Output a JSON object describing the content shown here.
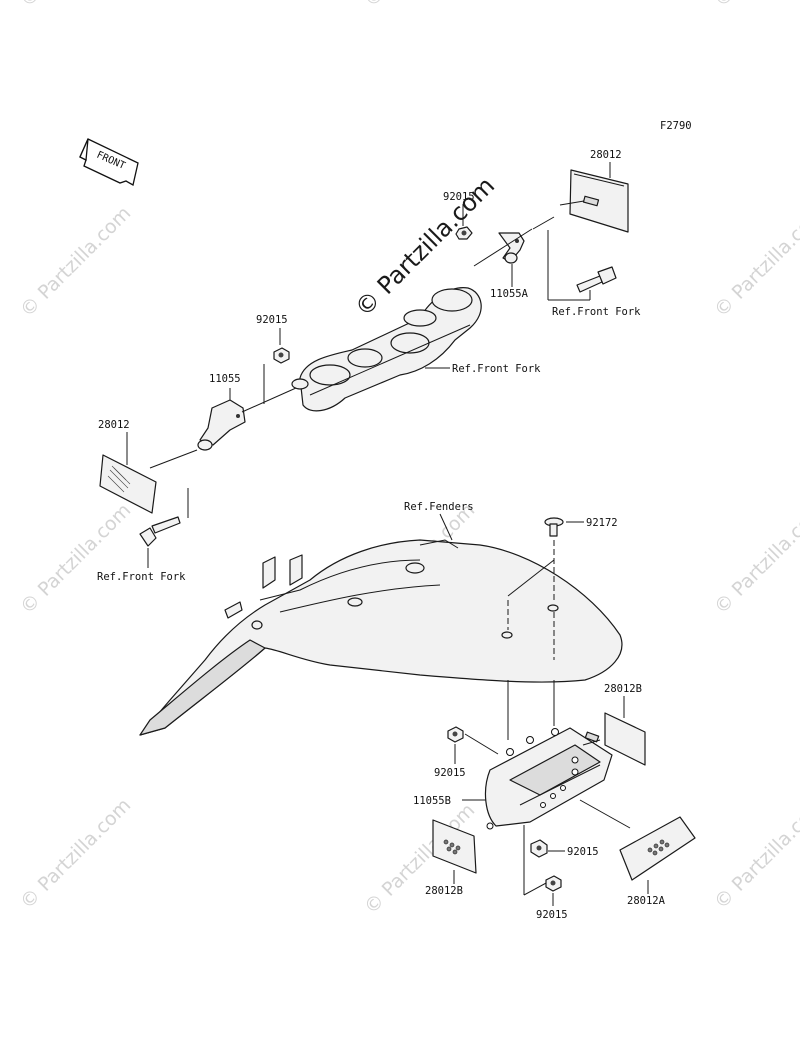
{
  "figure_code": "F2790",
  "front_arrow_label": "FRONT",
  "watermarks": {
    "main": "© Partzilla.com",
    "repeat": "© Partzilla.com"
  },
  "callouts": {
    "reflector_upper_right": "28012",
    "nut_upper_right": "92015",
    "bracket_upper_right": "11055A",
    "ref_front_fork_1": "Ref.Front Fork",
    "ref_front_fork_2": "Ref.Front Fork",
    "nut_upper_left": "92015",
    "bracket_upper_left": "11055",
    "reflector_upper_left": "28012",
    "ref_front_fork_3": "Ref.Front Fork",
    "ref_fenders": "Ref.Fenders",
    "screw": "92172",
    "reflector_side_b_right": "28012B",
    "nut_lower_left": "92015",
    "bracket_lower": "11055B",
    "nut_lower_mid": "92015",
    "reflector_side_b_left": "28012B",
    "nut_lower_bottom": "92015",
    "reflector_front": "28012A"
  }
}
